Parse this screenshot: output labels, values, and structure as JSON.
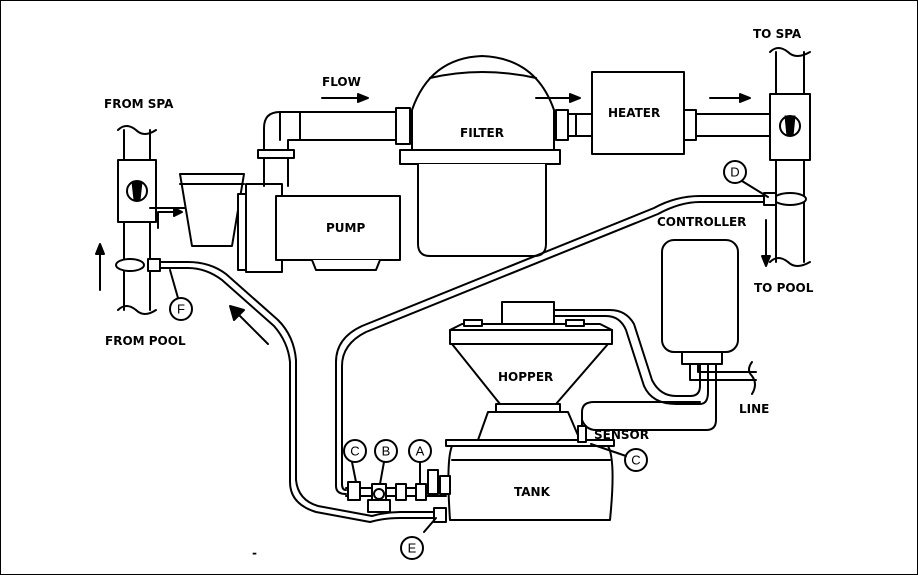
{
  "labels": {
    "flow": "FLOW",
    "filter": "FILTER",
    "heater": "HEATER",
    "pump": "PUMP",
    "controller": "CONTROLLER",
    "hopper": "HOPPER",
    "tank": "TANK",
    "sensor": "SENSOR",
    "line": "LINE",
    "from_spa": "FROM SPA",
    "from_pool": "FROM POOL",
    "to_spa": "TO SPA",
    "to_pool": "TO POOL",
    "stray_mark": "-"
  },
  "callouts": {
    "a": "A",
    "b": "B",
    "c_valve": "C",
    "c_sensor": "C",
    "d": "D",
    "e": "E",
    "f": "F"
  },
  "colors": {
    "ink": "#000000",
    "paper": "#ffffff"
  }
}
